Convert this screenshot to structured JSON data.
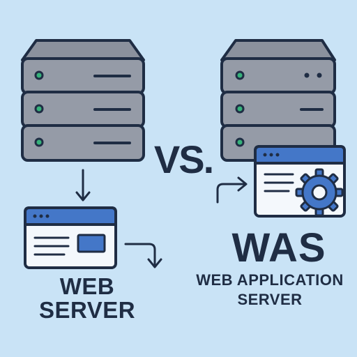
{
  "comparison": {
    "separator": "VS.",
    "left": {
      "title_line1": "WEB",
      "title_line2": "SERVER"
    },
    "right": {
      "title": "WAS",
      "subtitle_line1": "WEB APPLICATION",
      "subtitle_line2": "SERVER"
    }
  },
  "colors": {
    "background": "#c9e3f6",
    "server_body": "#959ba7",
    "server_top": "#8b919d",
    "outline": "#1f2d44",
    "browser_bar": "#4477c8",
    "browser_window": "#f4f8fc",
    "status_led": "#36b27a",
    "gear": "#4477c8"
  },
  "icons": {
    "left_server": "server-rack-icon",
    "right_server": "server-rack-icon",
    "web_page": "browser-window-icon",
    "app_page": "browser-window-gear-icon"
  }
}
